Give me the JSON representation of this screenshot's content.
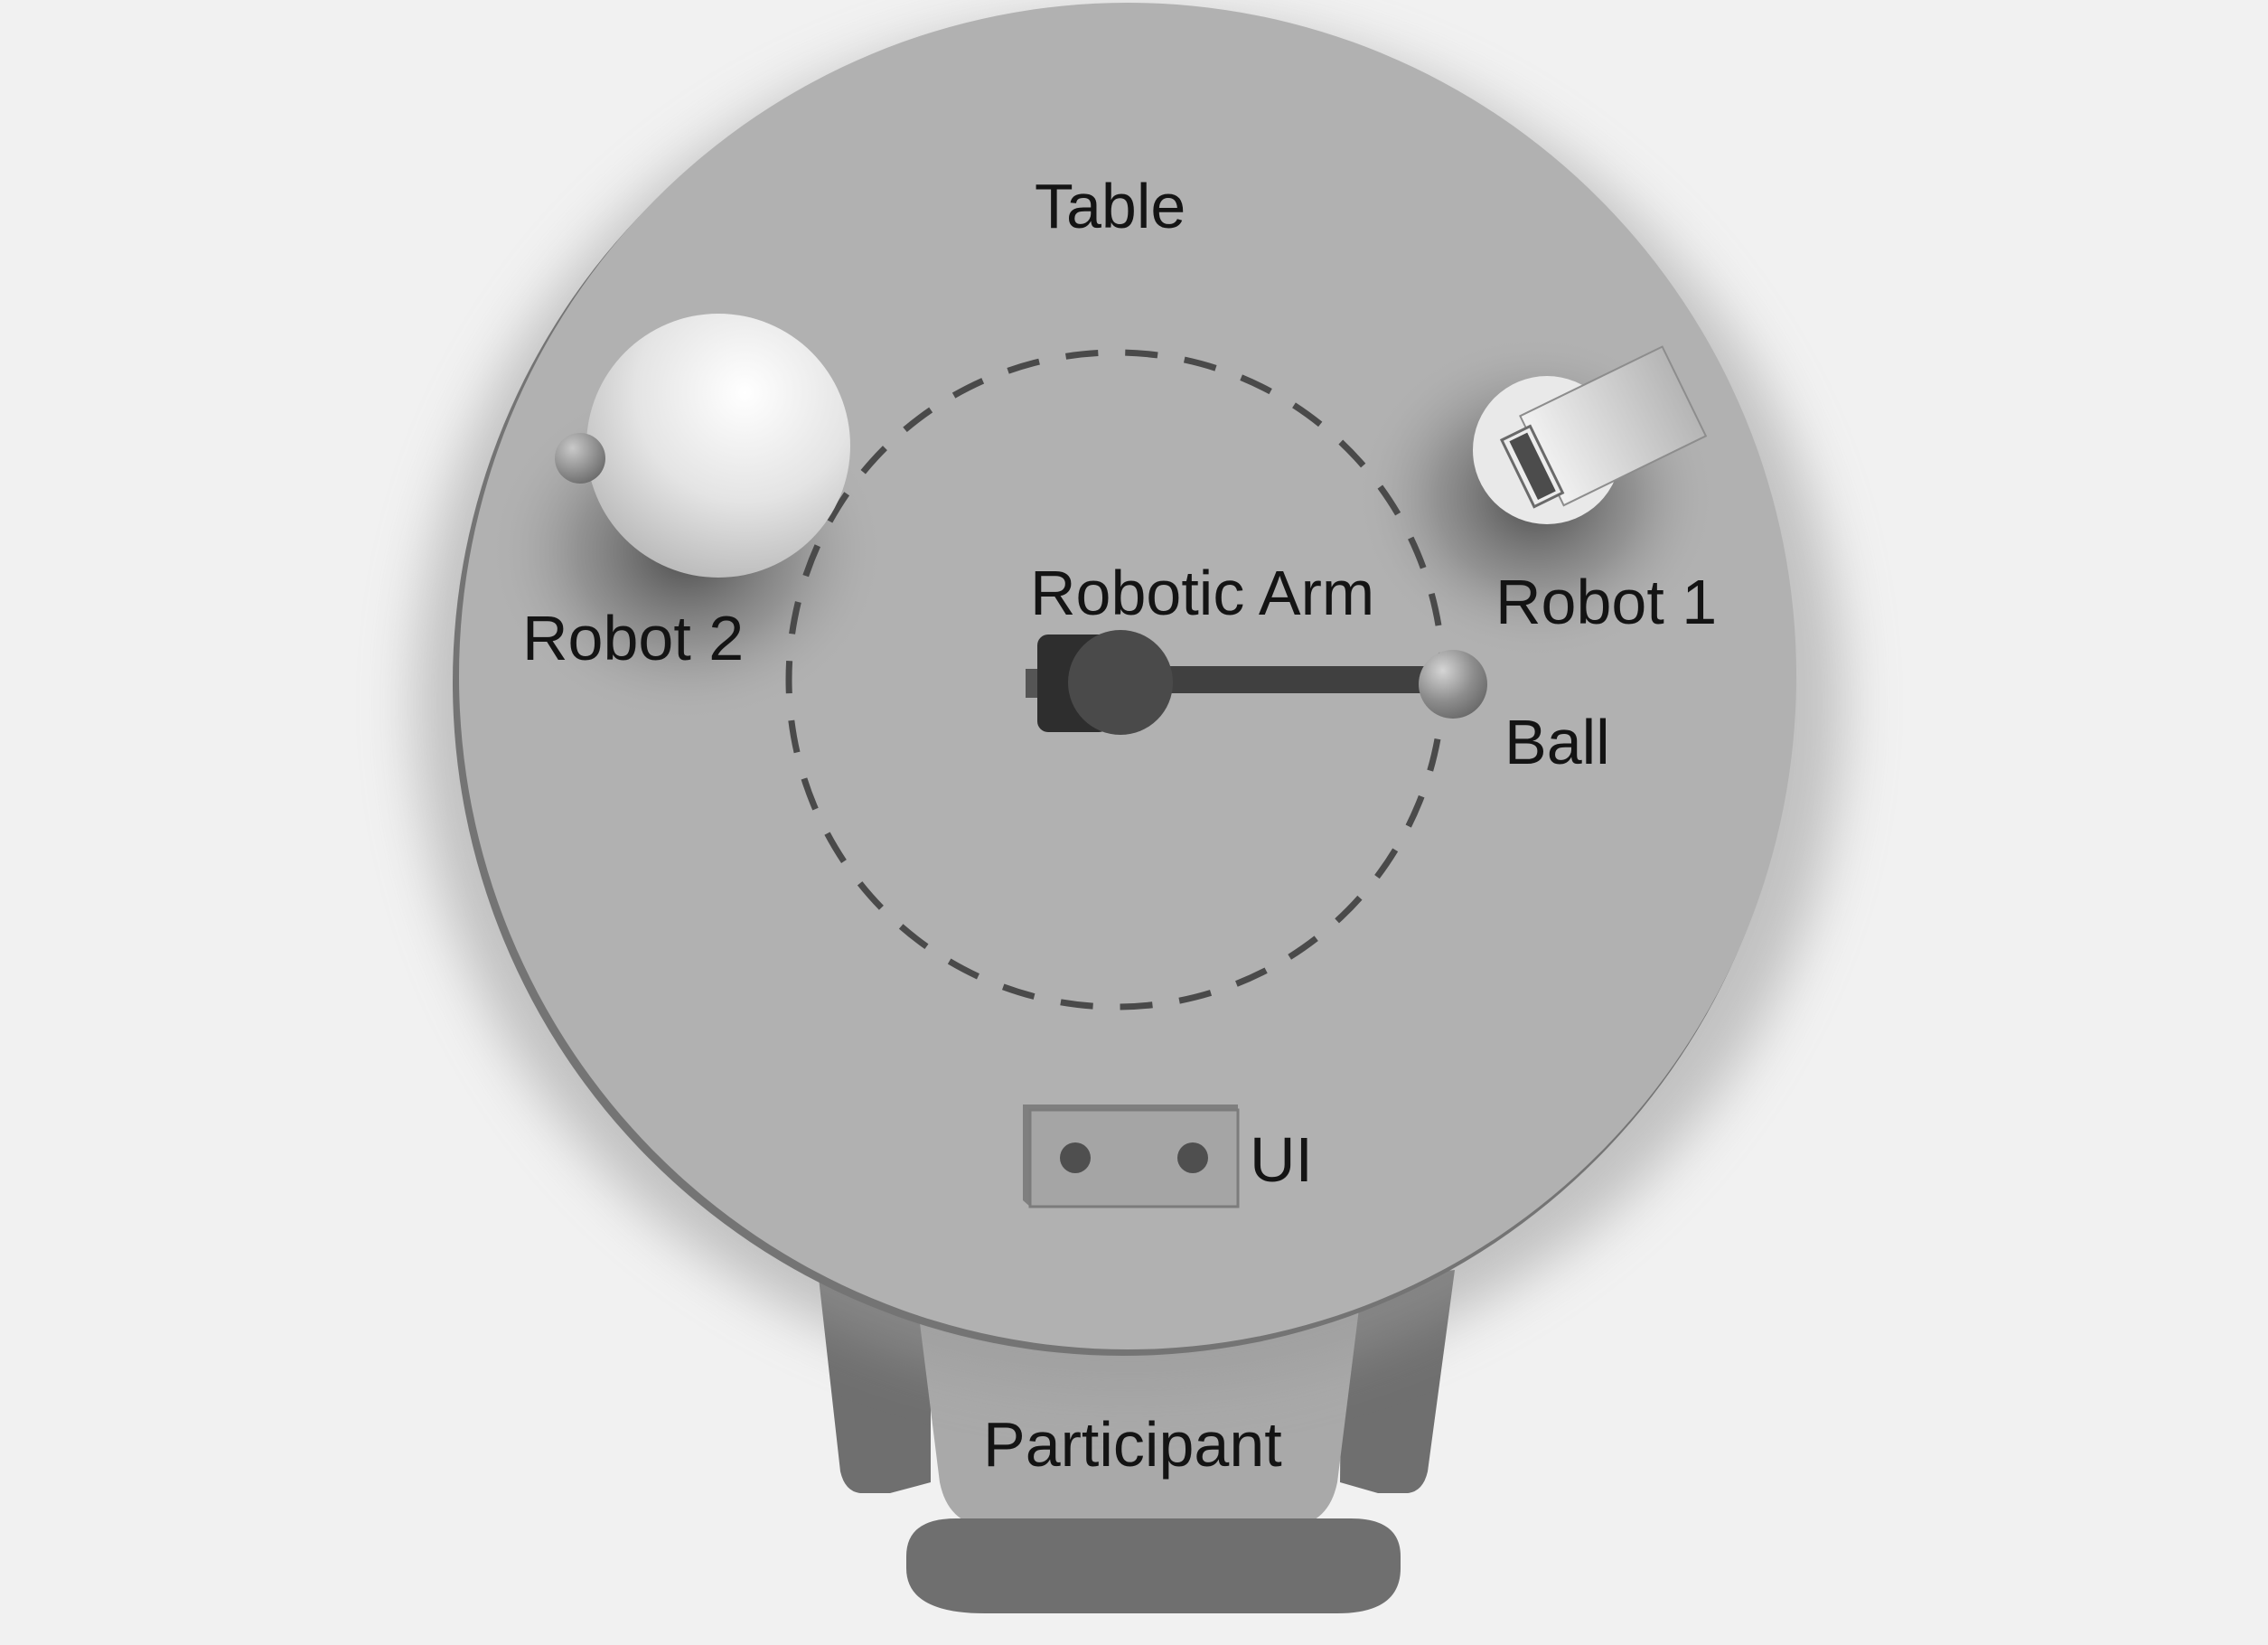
{
  "labels": {
    "table": "Table",
    "robot2": "Robot 2",
    "robotic_arm": "Robotic Arm",
    "robot1": "Robot 1",
    "ball": "Ball",
    "ui": "UI",
    "participant": "Participant"
  },
  "colors": {
    "background": "#f1f1f1",
    "table_surface": "#b1b1b1",
    "table_rim": "#747474",
    "chair": "#6f6f6f",
    "chair_seat": "#a9a9a9",
    "arm_dark": "#404040",
    "dashed_path": "#4a4a4a",
    "ui_box": "#a5a5a5"
  }
}
